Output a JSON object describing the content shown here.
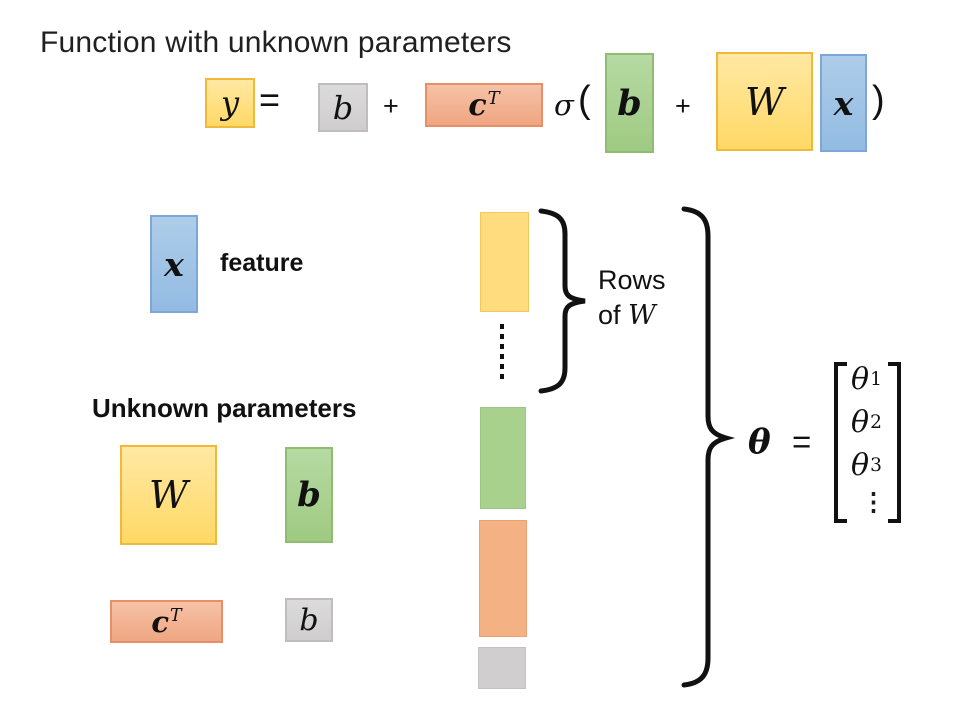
{
  "title": "Function with unknown parameters",
  "equation": {
    "y": "y",
    "equals": "=",
    "b_outer": "b",
    "plus_1": "+",
    "c_base": "c",
    "c_sup": "T",
    "sigma": "σ",
    "open_paren": "(",
    "b_inner": "b",
    "plus_2": "+",
    "W": "W",
    "x": "x",
    "close_paren": ")"
  },
  "feature": {
    "symbol": "x",
    "label": "feature"
  },
  "unknown_parameters": {
    "heading": "Unknown parameters",
    "W": "W",
    "b_vector": "b",
    "c_base": "c",
    "c_sup": "T",
    "b_scalar": "b"
  },
  "rows_annotation": {
    "line1": "Rows",
    "line2_text": "of ",
    "line2_symbol": "W"
  },
  "theta_vector": {
    "symbol": "θ",
    "equals": "=",
    "entries": [
      {
        "base": "θ",
        "sub": "1"
      },
      {
        "base": "θ",
        "sub": "2"
      },
      {
        "base": "θ",
        "sub": "3"
      }
    ],
    "ellipsis": "⋮"
  },
  "colors": {
    "yellow_fill": "#FFD966",
    "yellow_fill_light": "#FFE8A3",
    "yellow_border": "#F0B93C",
    "green_fill": "#9FCA82",
    "green_fill_light": "#B6DAA3",
    "green_border": "#8FBC71",
    "blue_fill": "#93BBE2",
    "blue_fill_light": "#AECDE9",
    "blue_border": "#7EA6D8",
    "salmon_fill": "#EFA682",
    "salmon_fill_light": "#F6C2A7",
    "salmon_border": "#E88F69",
    "gray_fill": "#CFCDCD",
    "gray_fill_light": "#DCDBDB",
    "gray_border": "#BFBDBD"
  }
}
